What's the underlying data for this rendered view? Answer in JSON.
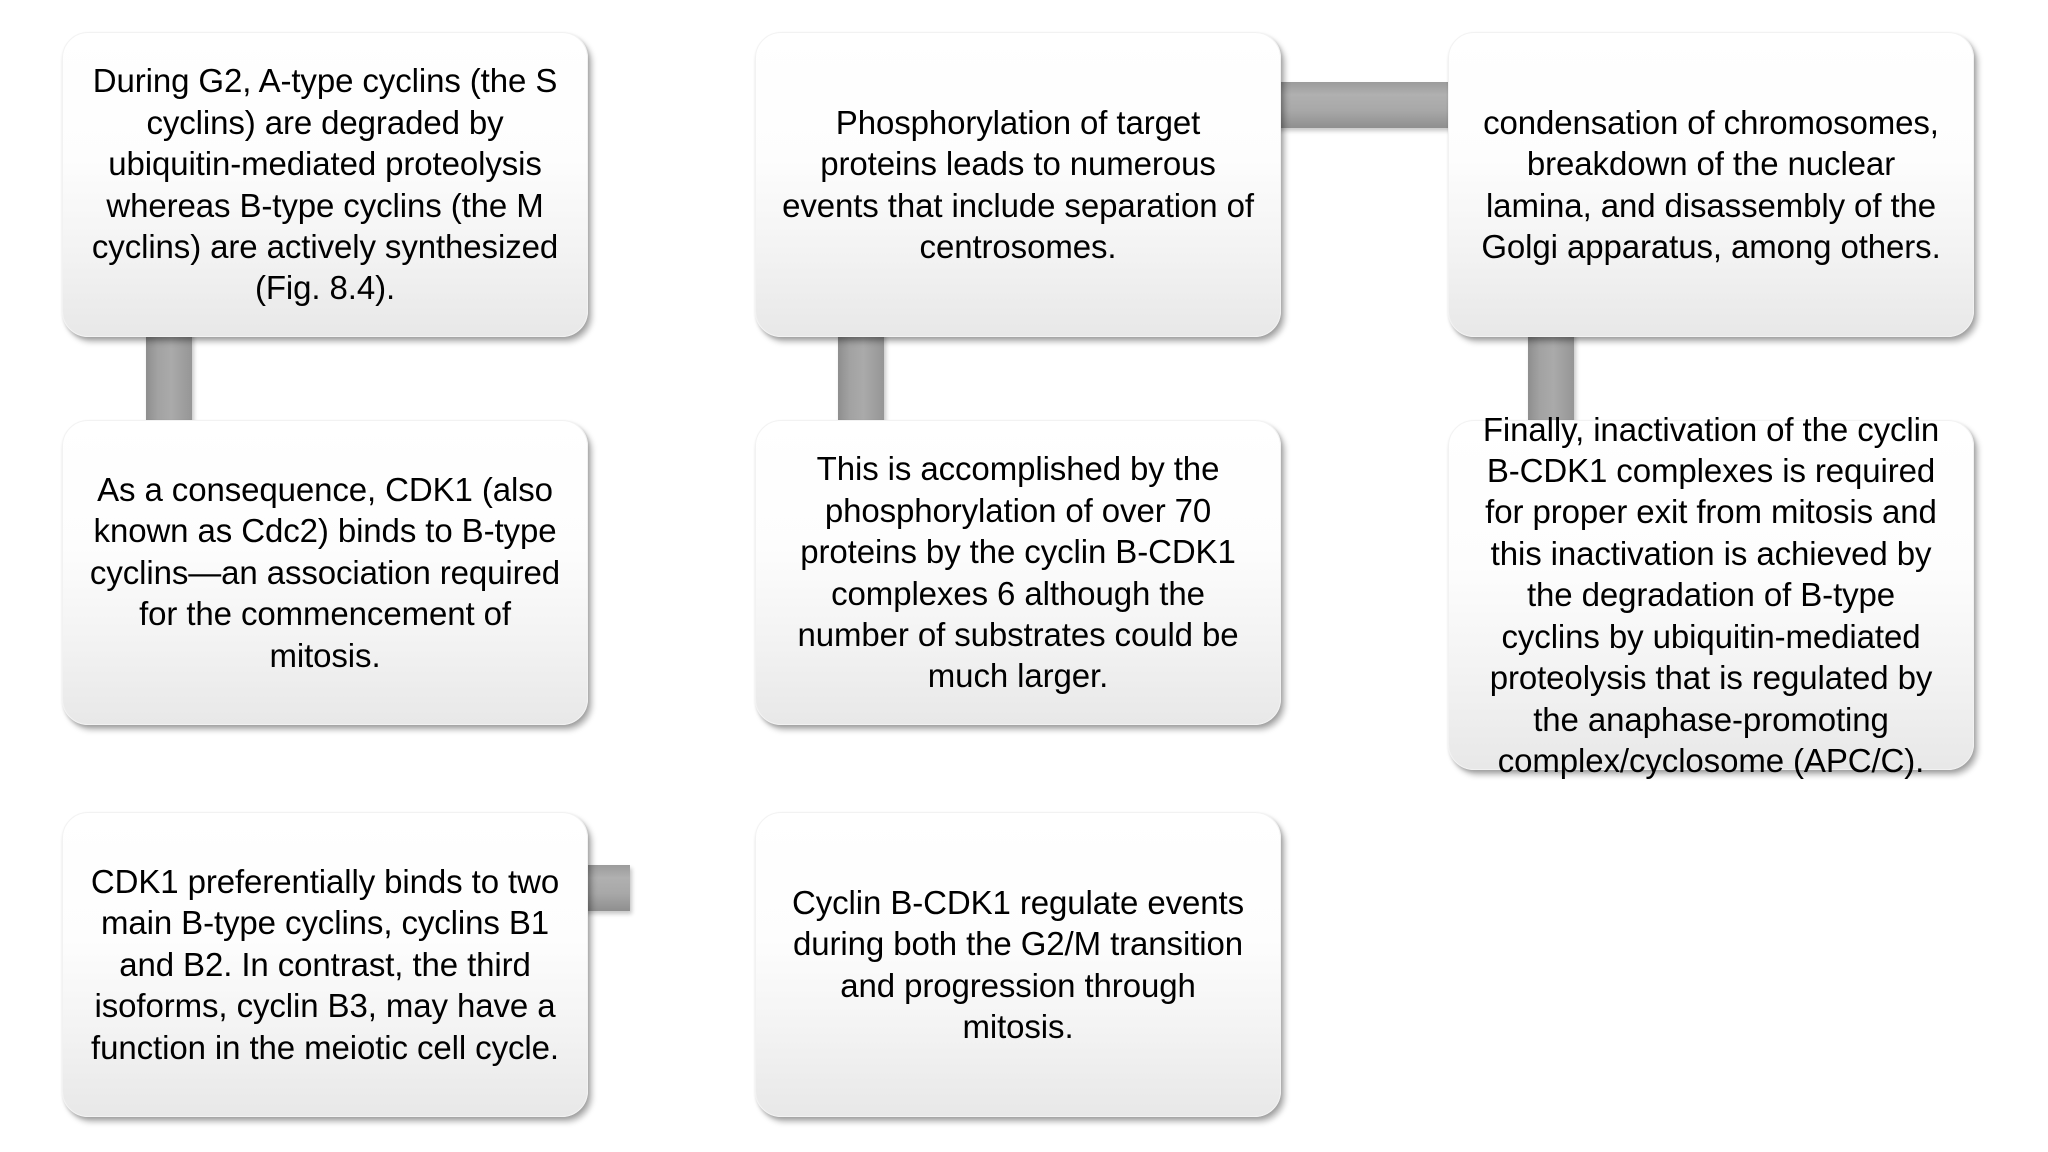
{
  "diagram": {
    "title": "Cyclin B-CDK1 regulation of the G2/M transition flowchart",
    "accent_color": "#a3a3a3",
    "box_fill": "#f5f5f5",
    "text_color": "#000000",
    "nodes": [
      {
        "id": "n1",
        "text": "During G2, A-type cyclins (the S cyclins) are degraded by ubiquitin-mediated proteolysis whereas B-type cyclins (the M cyclins) are actively synthesized (Fig. 8.4)."
      },
      {
        "id": "n2",
        "text": "As a consequence, CDK1 (also known as Cdc2) binds to B-type cyclins—an association required for the commencement of mitosis."
      },
      {
        "id": "n3",
        "text": "CDK1 preferentially binds to two main B-type cyclins, cyclins B1 and B2. In contrast, the third isoforms, cyclin B3, may have a function in the meiotic cell cycle."
      },
      {
        "id": "n4",
        "text": "Phosphorylation of target proteins leads to numerous events that include separation of centrosomes."
      },
      {
        "id": "n5",
        "text": "This is accomplished by the phosphorylation of over 70 proteins by the cyclin B-CDK1 complexes 6 although the number of substrates could be much larger."
      },
      {
        "id": "n6",
        "text": "Cyclin B-CDK1 regulate events during both the G2/M transition and progression through mitosis."
      },
      {
        "id": "n7",
        "text": "condensation of chromosomes, breakdown of the nuclear lamina, and disassembly of the Golgi apparatus, among others."
      },
      {
        "id": "n8",
        "text": "Finally, inactivation of the cyclin B-CDK1 complexes is required for proper exit from mitosis and this inactivation is achieved by the degradation of B-type cyclins by ubiquitin-mediated proteolysis that is regulated by the anaphase-promoting complex/cyclosome (APC/C)."
      }
    ],
    "connectors": [
      {
        "id": "c1",
        "from": "n1",
        "to": "n2",
        "orientation": "vertical"
      },
      {
        "id": "c2",
        "from": "n2",
        "to": "n3",
        "orientation": "vertical"
      },
      {
        "id": "c3",
        "from": "n3",
        "to": "n6",
        "orientation": "horizontal"
      },
      {
        "id": "c4",
        "from": "n6",
        "to": "n5",
        "orientation": "vertical"
      },
      {
        "id": "c5",
        "from": "n5",
        "to": "n4",
        "orientation": "vertical"
      },
      {
        "id": "c6",
        "from": "n4",
        "to": "n7",
        "orientation": "horizontal"
      },
      {
        "id": "c7",
        "from": "n7",
        "to": "n8",
        "orientation": "vertical"
      }
    ]
  }
}
